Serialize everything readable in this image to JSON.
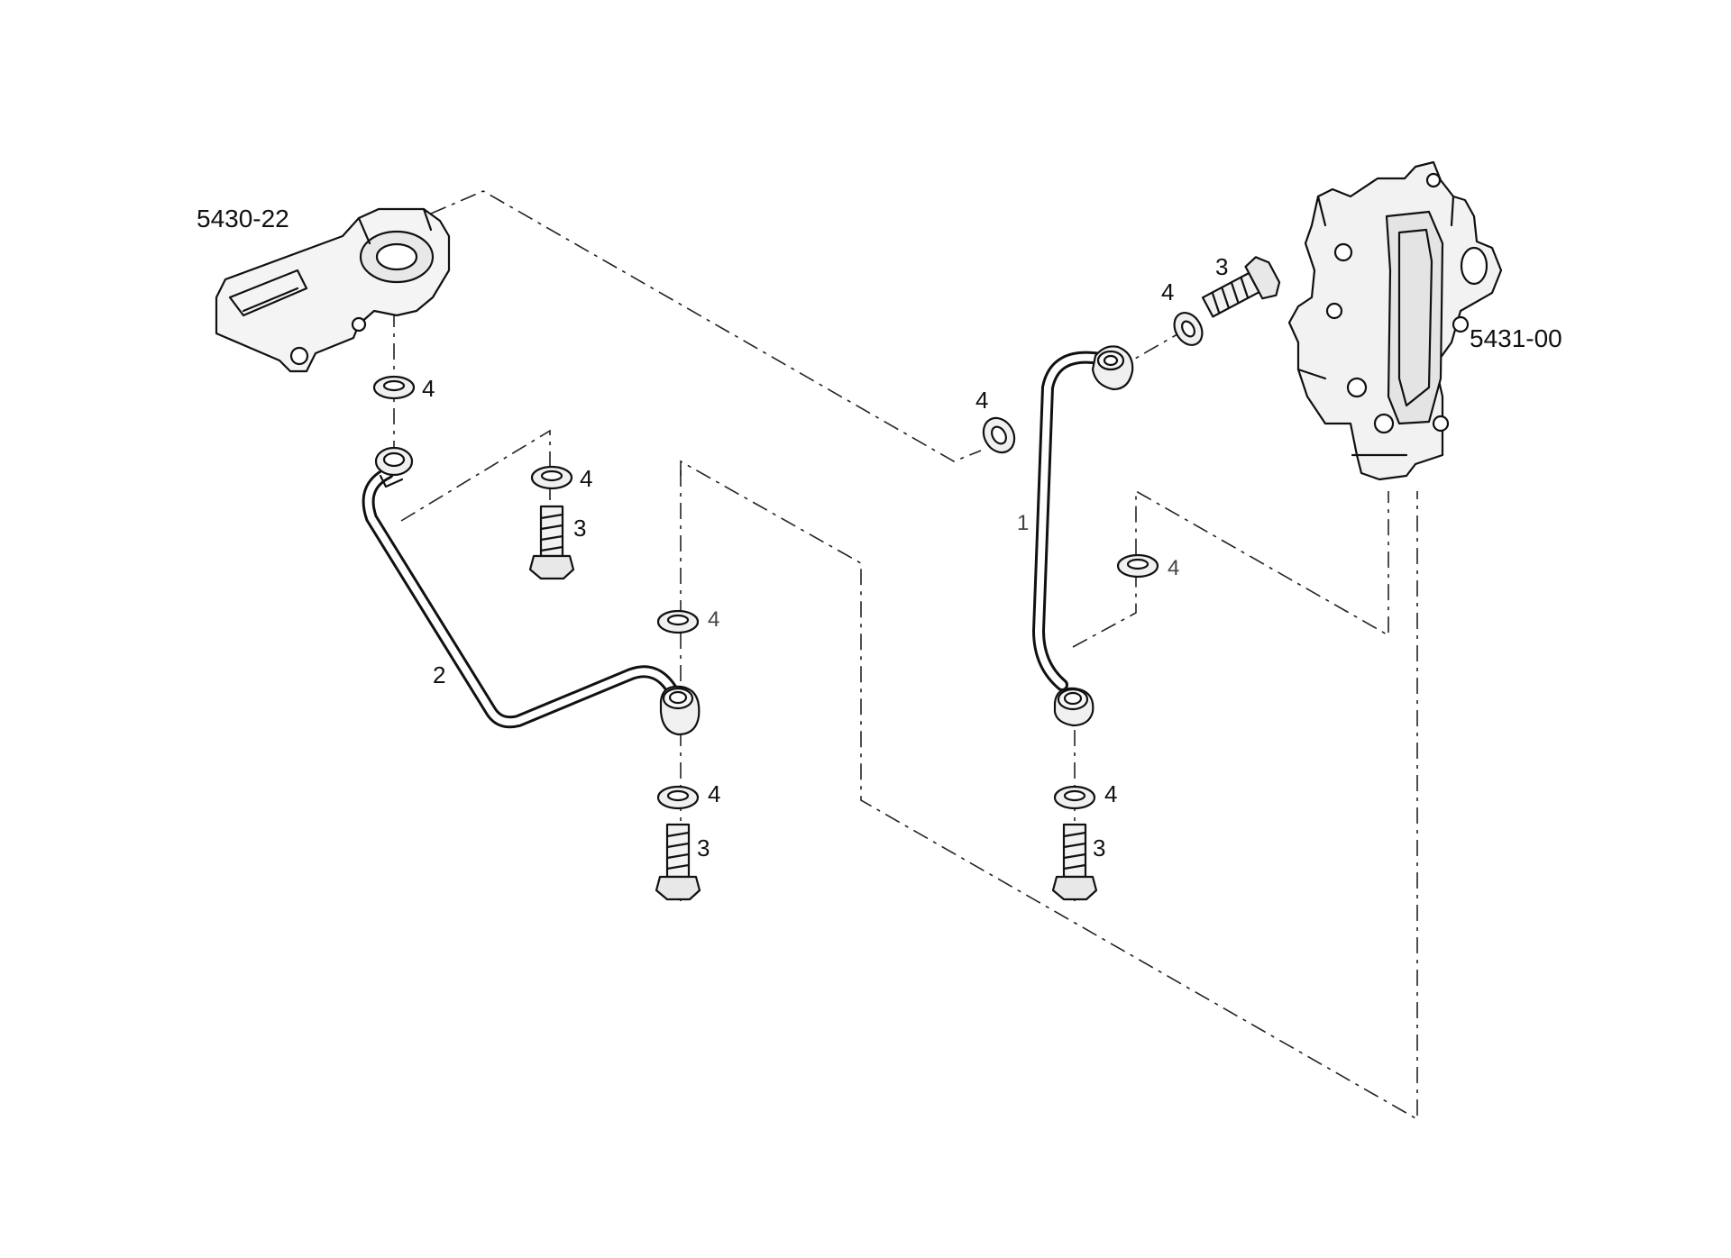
{
  "callouts": {
    "part_5430_22": "5430-22",
    "part_5431_00": "5431-00",
    "pipe_1": "1",
    "pipe_2": "2",
    "bolt": "3",
    "washer": "4"
  }
}
